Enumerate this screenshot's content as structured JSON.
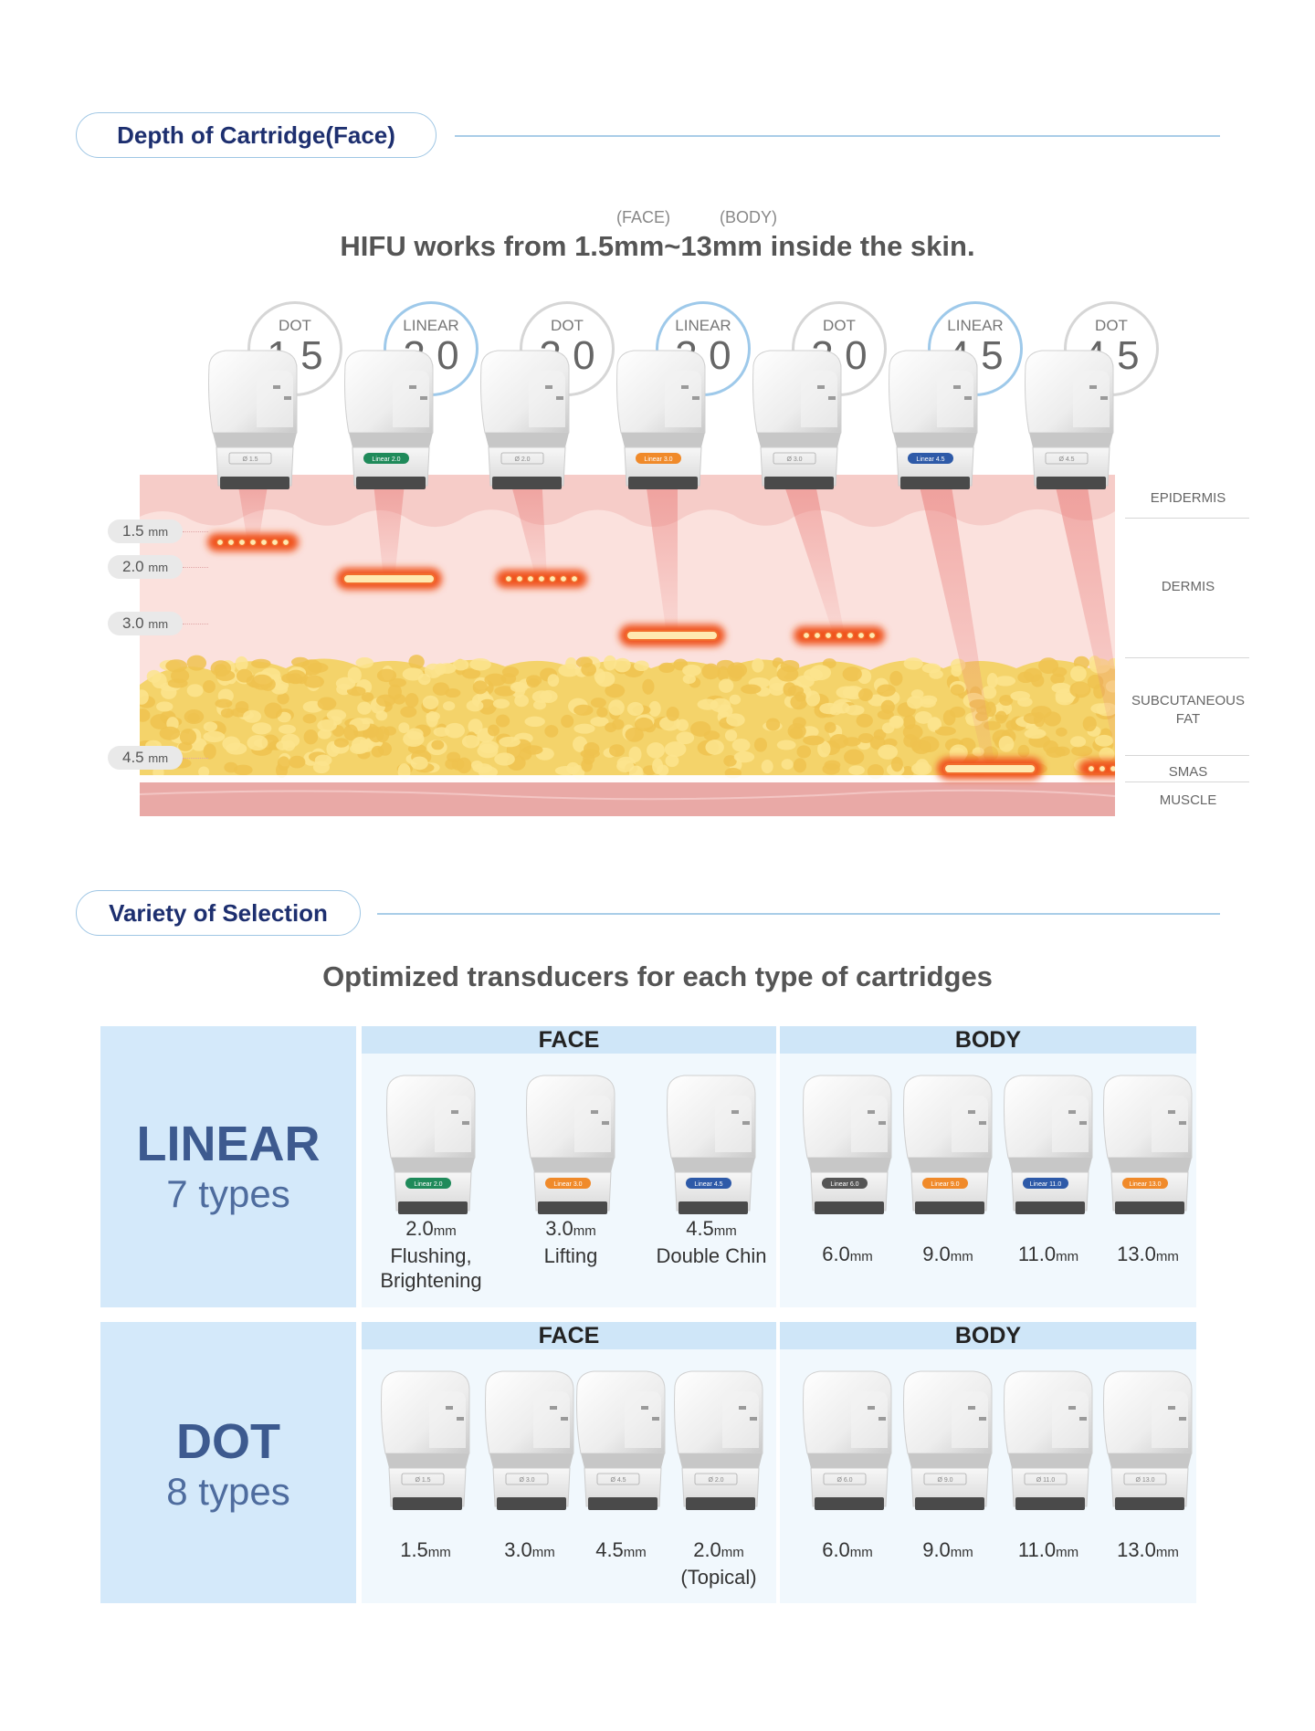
{
  "section1": {
    "title": "Depth of Cartridge(Face)"
  },
  "hifu": {
    "face_tag": "(FACE)",
    "body_tag": "(BODY)",
    "headline": "HIFU works from 1.5mm~13mm inside the skin."
  },
  "cartridges": [
    {
      "type": "DOT",
      "value": "1.5",
      "label": "Ø 1.5"
    },
    {
      "type": "LINEAR",
      "value": "2.0",
      "label": "Linear 2.0"
    },
    {
      "type": "DOT",
      "value": "2.0",
      "label": "Ø 2.0"
    },
    {
      "type": "LINEAR",
      "value": "3.0",
      "label": "Linear 3.0"
    },
    {
      "type": "DOT",
      "value": "3.0",
      "label": "Ø 3.0"
    },
    {
      "type": "LINEAR",
      "value": "4.5",
      "label": "Linear 4.5"
    },
    {
      "type": "DOT",
      "value": "4.5",
      "label": "Ø 4.5"
    }
  ],
  "depths": [
    {
      "value": "1.5",
      "unit": "mm"
    },
    {
      "value": "2.0",
      "unit": "mm"
    },
    {
      "value": "3.0",
      "unit": "mm"
    },
    {
      "value": "4.5",
      "unit": "mm"
    }
  ],
  "layers": [
    {
      "name": "EPIDERMIS"
    },
    {
      "name": "DERMIS"
    },
    {
      "name": "SUBCUTANEOUS",
      "name2": "FAT"
    },
    {
      "name": "SMAS"
    },
    {
      "name": "MUSCLE"
    }
  ],
  "section2": {
    "title": "Variety of Selection",
    "headline": "Optimized transducers for each type of cartridges"
  },
  "linear": {
    "name": "LINEAR",
    "types": "7 types",
    "face_header": "FACE",
    "body_header": "BODY",
    "face": [
      {
        "value": "2.0",
        "unit": "mm",
        "desc1": "Flushing,",
        "desc2": "Brightening",
        "label": "Linear 2.0"
      },
      {
        "value": "3.0",
        "unit": "mm",
        "desc1": "Lifting",
        "desc2": "",
        "label": "Linear 3.0"
      },
      {
        "value": "4.5",
        "unit": "mm",
        "desc1": "Double Chin",
        "desc2": "",
        "label": "Linear 4.5"
      }
    ],
    "body": [
      {
        "value": "6.0",
        "unit": "mm",
        "label": "Linear 6.0"
      },
      {
        "value": "9.0",
        "unit": "mm",
        "label": "Linear 9.0"
      },
      {
        "value": "11.0",
        "unit": "mm",
        "label": "Linear 11.0"
      },
      {
        "value": "13.0",
        "unit": "mm",
        "label": "Linear 13.0"
      }
    ]
  },
  "dot": {
    "name": "DOT",
    "types": "8 types",
    "face_header": "FACE",
    "body_header": "BODY",
    "face": [
      {
        "value": "1.5",
        "unit": "mm",
        "desc1": "",
        "label": "Ø 1.5"
      },
      {
        "value": "3.0",
        "unit": "mm",
        "desc1": "",
        "label": "Ø 3.0"
      },
      {
        "value": "4.5",
        "unit": "mm",
        "desc1": "",
        "label": "Ø 4.5"
      },
      {
        "value": "2.0",
        "unit": "mm",
        "desc1": "(Topical)",
        "label": "Ø 2.0"
      }
    ],
    "body": [
      {
        "value": "6.0",
        "unit": "mm",
        "label": "Ø 6.0"
      },
      {
        "value": "9.0",
        "unit": "mm",
        "label": "Ø 9.0"
      },
      {
        "value": "11.0",
        "unit": "mm",
        "label": "Ø 11.0"
      },
      {
        "value": "13.0",
        "unit": "mm",
        "label": "Ø 13.0"
      }
    ]
  },
  "colors": {
    "navy": "#1d2f6f",
    "accent_line": "#a9cde8",
    "linear_ring": "#9ec9ea",
    "dot_ring": "#d6d6d6",
    "epidermis": "#f6ccc8",
    "dermis": "#fbe1dd",
    "fat": "#f4d36a",
    "muscle": "#e9a9a6",
    "focal_core": "#ffe9b0",
    "focal_glow": "#f0521e",
    "label_green": "#1f8a5a",
    "label_orange": "#f08a2a",
    "label_blue": "#2e5aa8",
    "label_dark": "#555555",
    "panel_left": "#d4e9fa",
    "panel_head": "#cfe6f8",
    "panel_body": "#f1f8fd"
  }
}
